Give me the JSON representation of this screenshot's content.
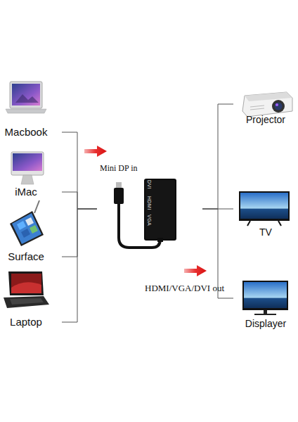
{
  "diagram": {
    "nodes": [
      {
        "text": [
          "Macbook"
        ]
      },
      {
        "text": [
          "iMac"
        ]
      },
      {
        "text": [
          "Surface"
        ]
      },
      {
        "text": [
          "Laptop"
        ]
      },
      {
        "text": [
          "DVI",
          "HDMI",
          "VGA"
        ]
      },
      {
        "text": [
          "Projector"
        ]
      },
      {
        "text": [
          "TV"
        ]
      },
      {
        "text": [
          "Displayer"
        ]
      }
    ],
    "edges": [
      {
        "from": 0,
        "to": 4,
        "arrow": "none"
      },
      {
        "from": 1,
        "to": 4,
        "arrow": "none"
      },
      {
        "from": 2,
        "to": 4,
        "arrow": "none"
      },
      {
        "from": 3,
        "to": 4,
        "arrow": "none"
      },
      {
        "from": 4,
        "to": 5,
        "arrow": "none"
      },
      {
        "from": 4,
        "to": 6,
        "arrow": "none"
      },
      {
        "from": 4,
        "to": 7,
        "arrow": "none"
      }
    ],
    "labels": [
      "Mini DP in",
      "HDMI/VGA/DVI out"
    ]
  }
}
